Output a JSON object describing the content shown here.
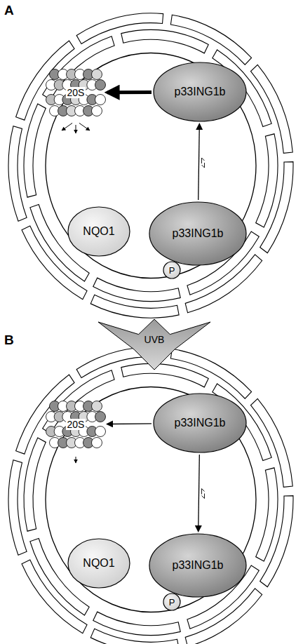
{
  "diagram": {
    "nodes": [
      {
        "text": [
          "20S"
        ]
      },
      {
        "text": [
          "p33ING1b"
        ]
      },
      {
        "text": [
          "NQO1"
        ]
      },
      {
        "text": [
          "p33ING1b"
        ]
      },
      {
        "text": [
          "P"
        ]
      },
      {
        "text": [
          "UVB"
        ]
      },
      {
        "text": [
          "20S"
        ]
      },
      {
        "text": [
          "p33ING1b"
        ]
      },
      {
        "text": [
          "NQO1"
        ]
      },
      {
        "text": [
          "p33ING1b"
        ]
      },
      {
        "text": [
          "P"
        ]
      }
    ],
    "edges": [
      {
        "from": 1,
        "to": 0,
        "arrow": "to"
      },
      {
        "from": 3,
        "to": 1,
        "arrow": "to"
      },
      {
        "from": 7,
        "to": 6,
        "arrow": "to"
      },
      {
        "from": 7,
        "to": 9,
        "arrow": "to"
      }
    ],
    "labels": [
      "A",
      "B"
    ]
  }
}
